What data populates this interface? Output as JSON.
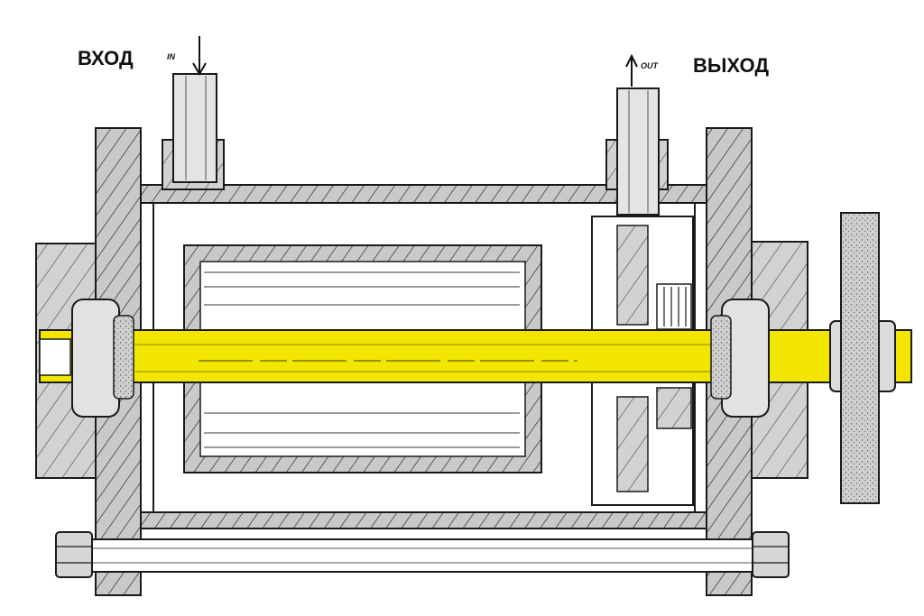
{
  "labels": {
    "inlet": "ВХОД",
    "inlet_tag": "IN",
    "outlet": "ВЫХОД",
    "outlet_tag": "OUT"
  },
  "colors": {
    "shaft": "#f2e600",
    "steel": "#c9c9c9",
    "steel_dark": "#9a9a9a",
    "line": "#1a1a1a",
    "chamber": "#ffffff"
  }
}
